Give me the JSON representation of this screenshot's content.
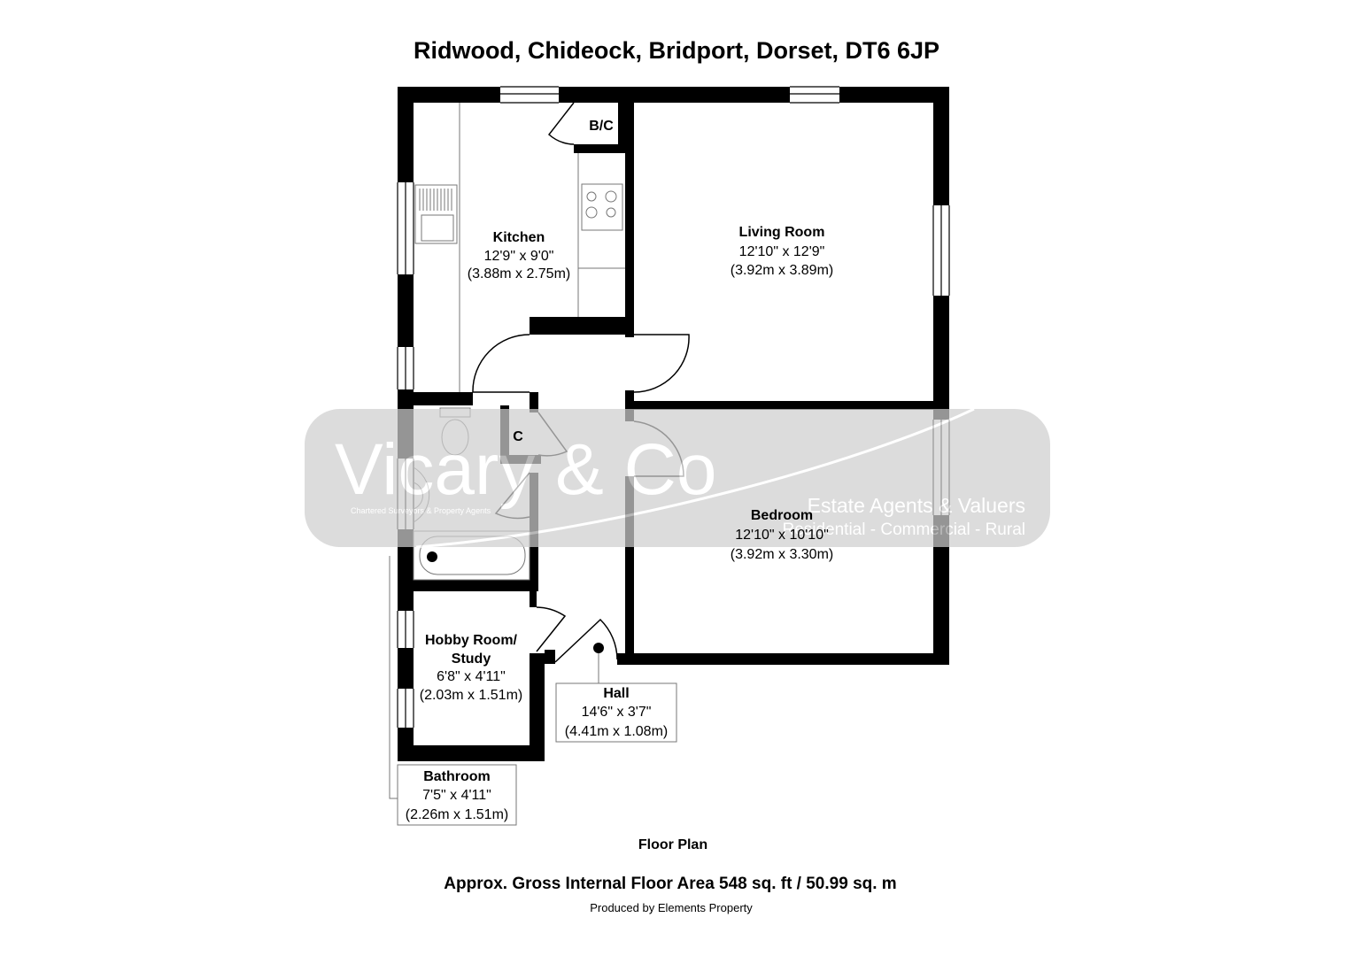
{
  "title": "Ridwood, Chideock, Bridport, Dorset, DT6 6JP",
  "rooms": {
    "kitchen": {
      "name": "Kitchen",
      "imperial": "12'9\" x 9'0\"",
      "metric": "(3.88m x 2.75m)"
    },
    "living_room": {
      "name": "Living Room",
      "imperial": "12'10\" x 12'9\"",
      "metric": "(3.92m x 3.89m)"
    },
    "bedroom": {
      "name": "Bedroom",
      "imperial": "12'10\" x 10'10\"",
      "metric": "(3.92m x 3.30m)"
    },
    "hobby_room": {
      "name_line1": "Hobby Room/",
      "name_line2": "Study",
      "imperial": "6'8\" x 4'11\"",
      "metric": "(2.03m x 1.51m)"
    },
    "hall": {
      "name": "Hall",
      "imperial": "14'6\" x 3'7\"",
      "metric": "(4.41m x 1.08m)"
    },
    "bathroom": {
      "name": "Bathroom",
      "imperial": "7'5\" x 4'11\"",
      "metric": "(2.26m x 1.51m)"
    },
    "boiler_cupboard": {
      "name": "B/C"
    },
    "cupboard": {
      "name": "C"
    }
  },
  "watermark": {
    "brand": "Vicary & Co",
    "tagline": "Chartered Surveyors & Property Agents",
    "line1": "Estate Agents & Valuers",
    "line2": "Residential - Commercial - Rural"
  },
  "footer": {
    "floor_label": "Floor Plan",
    "area": "Approx. Gross Internal Floor Area 548 sq. ft / 50.99 sq. m",
    "credit": "Produced by Elements Property"
  },
  "colors": {
    "wall": "#000000",
    "fixture": "#999999",
    "watermark_bg": "#dddddd"
  }
}
